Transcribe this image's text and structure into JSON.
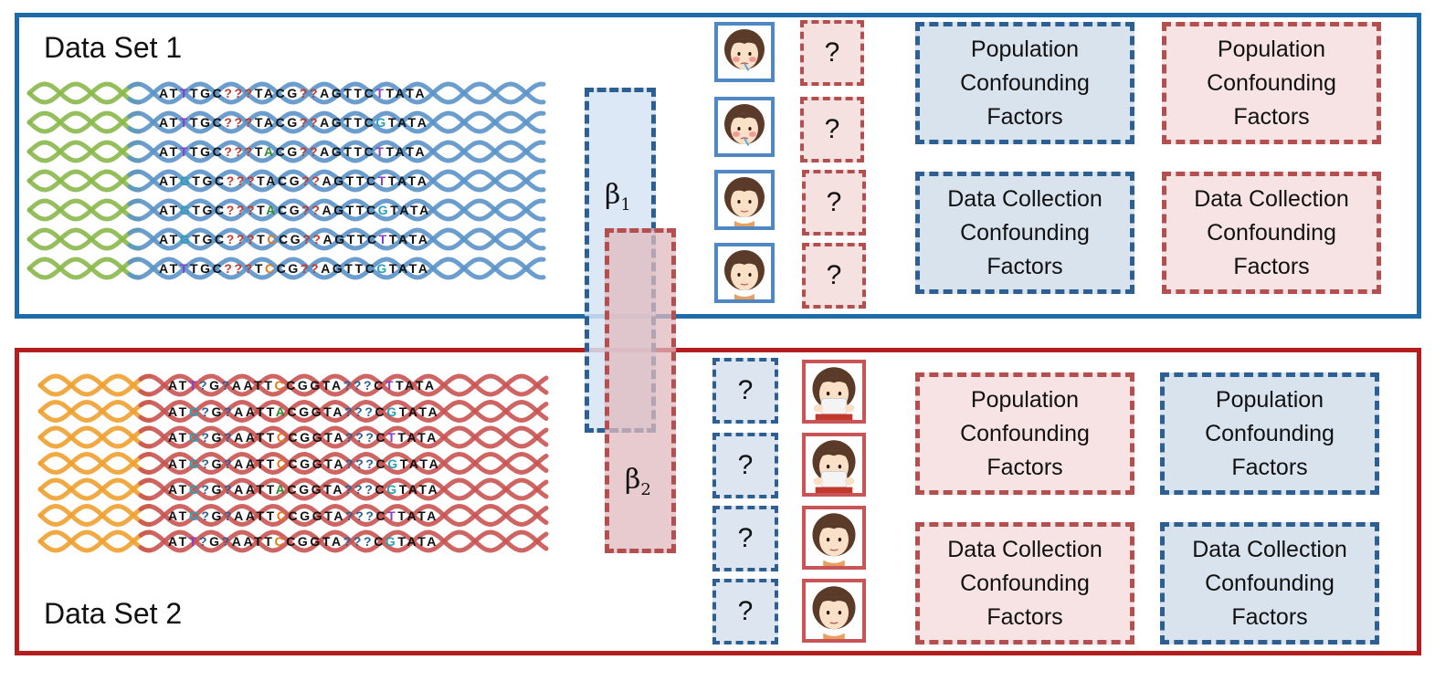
{
  "dataset1": {
    "title": "Data Set 1",
    "sequences": [
      [
        {
          "t": "AT"
        },
        {
          "t": "T",
          "c": "#8a3fc6"
        },
        {
          "t": "TGC"
        },
        {
          "t": "???",
          "c": "#c0392b"
        },
        {
          "t": "TA"
        },
        {
          "t": "C",
          "c": "#111"
        },
        {
          "t": "G"
        },
        {
          "t": "??",
          "c": "#c0392b"
        },
        {
          "t": "AGTTC"
        },
        {
          "t": "T",
          "c": "#8a3fc6"
        },
        {
          "t": "TATA"
        }
      ],
      [
        {
          "t": "AT"
        },
        {
          "t": "T",
          "c": "#8a3fc6"
        },
        {
          "t": "TGC"
        },
        {
          "t": "???",
          "c": "#c0392b"
        },
        {
          "t": "TACG"
        },
        {
          "t": "??",
          "c": "#c0392b"
        },
        {
          "t": "AGTTC"
        },
        {
          "t": "G",
          "c": "#2aa0b5"
        },
        {
          "t": "TATA"
        }
      ],
      [
        {
          "t": "AT"
        },
        {
          "t": "T",
          "c": "#8a3fc6"
        },
        {
          "t": "TGC"
        },
        {
          "t": "???",
          "c": "#c0392b"
        },
        {
          "t": "T"
        },
        {
          "t": "A",
          "c": "#2e8b2e"
        },
        {
          "t": "CG"
        },
        {
          "t": "??",
          "c": "#c0392b"
        },
        {
          "t": "AGTTC"
        },
        {
          "t": "T",
          "c": "#8a3fc6"
        },
        {
          "t": "TATA"
        }
      ],
      [
        {
          "t": "AT"
        },
        {
          "t": "G",
          "c": "#2aa0b5"
        },
        {
          "t": "TGC"
        },
        {
          "t": "???",
          "c": "#c0392b"
        },
        {
          "t": "TACG"
        },
        {
          "t": "??",
          "c": "#c0392b"
        },
        {
          "t": "AGTTC"
        },
        {
          "t": "T",
          "c": "#8a3fc6"
        },
        {
          "t": "TATA"
        }
      ],
      [
        {
          "t": "AT"
        },
        {
          "t": "G",
          "c": "#2aa0b5"
        },
        {
          "t": "TGC"
        },
        {
          "t": "???",
          "c": "#c0392b"
        },
        {
          "t": "T"
        },
        {
          "t": "A",
          "c": "#2e8b2e"
        },
        {
          "t": "CG"
        },
        {
          "t": "??",
          "c": "#c0392b"
        },
        {
          "t": "AGTTC"
        },
        {
          "t": "G",
          "c": "#2aa0b5"
        },
        {
          "t": "TATA"
        }
      ],
      [
        {
          "t": "AT"
        },
        {
          "t": "G",
          "c": "#2aa0b5"
        },
        {
          "t": "TGC"
        },
        {
          "t": "???",
          "c": "#c0392b"
        },
        {
          "t": "T"
        },
        {
          "t": "C",
          "c": "#e07b1a"
        },
        {
          "t": "CG"
        },
        {
          "t": "??",
          "c": "#c0392b"
        },
        {
          "t": "AGTTC"
        },
        {
          "t": "T",
          "c": "#8a3fc6"
        },
        {
          "t": "TATA"
        }
      ],
      [
        {
          "t": "AT"
        },
        {
          "t": "T",
          "c": "#8a3fc6"
        },
        {
          "t": "TGC"
        },
        {
          "t": "???",
          "c": "#c0392b"
        },
        {
          "t": "T"
        },
        {
          "t": "C",
          "c": "#e07b1a"
        },
        {
          "t": "CG"
        },
        {
          "t": "??",
          "c": "#c0392b"
        },
        {
          "t": "AGTTC"
        },
        {
          "t": "G",
          "c": "#2aa0b5"
        },
        {
          "t": "TATA"
        }
      ]
    ],
    "unknown_label": "?",
    "factors": [
      {
        "lines": [
          "Population",
          "Confounding",
          "Factors"
        ]
      },
      {
        "lines": [
          "Population",
          "Confounding",
          "Factors"
        ]
      },
      {
        "lines": [
          "Data Collection",
          "Confounding",
          "Factors"
        ]
      },
      {
        "lines": [
          "Data Collection",
          "Confounding",
          "Factors"
        ]
      }
    ]
  },
  "dataset2": {
    "title": "Data Set 2",
    "sequences": [
      [
        {
          "t": "AT"
        },
        {
          "t": "T",
          "c": "#8a3fc6"
        },
        {
          "t": "?",
          "c": "#2d5f93"
        },
        {
          "t": "G"
        },
        {
          "t": "?",
          "c": "#2d5f93"
        },
        {
          "t": "AATT"
        },
        {
          "t": "C",
          "c": "#e07b1a"
        },
        {
          "t": "CGGTA"
        },
        {
          "t": "???",
          "c": "#2d5f93"
        },
        {
          "t": "C"
        },
        {
          "t": "T",
          "c": "#8a3fc6"
        },
        {
          "t": "TATA"
        }
      ],
      [
        {
          "t": "AT"
        },
        {
          "t": "G",
          "c": "#2aa0b5"
        },
        {
          "t": "?",
          "c": "#2d5f93"
        },
        {
          "t": "G"
        },
        {
          "t": "?",
          "c": "#2d5f93"
        },
        {
          "t": "AATT"
        },
        {
          "t": "A",
          "c": "#2e8b2e"
        },
        {
          "t": "CGGTA"
        },
        {
          "t": "???",
          "c": "#2d5f93"
        },
        {
          "t": "C"
        },
        {
          "t": "G",
          "c": "#2aa0b5"
        },
        {
          "t": "TATA"
        }
      ],
      [
        {
          "t": "AT"
        },
        {
          "t": "G",
          "c": "#2aa0b5"
        },
        {
          "t": "?",
          "c": "#2d5f93"
        },
        {
          "t": "G"
        },
        {
          "t": "?",
          "c": "#2d5f93"
        },
        {
          "t": "AATT"
        },
        {
          "t": "C",
          "c": "#e07b1a"
        },
        {
          "t": "CGGTA"
        },
        {
          "t": "???",
          "c": "#2d5f93"
        },
        {
          "t": "C"
        },
        {
          "t": "T",
          "c": "#8a3fc6"
        },
        {
          "t": "TATA"
        }
      ],
      [
        {
          "t": "AT"
        },
        {
          "t": "G",
          "c": "#2aa0b5"
        },
        {
          "t": "?",
          "c": "#2d5f93"
        },
        {
          "t": "G"
        },
        {
          "t": "?",
          "c": "#2d5f93"
        },
        {
          "t": "AATT"
        },
        {
          "t": "C",
          "c": "#e07b1a"
        },
        {
          "t": "CGGTA"
        },
        {
          "t": "???",
          "c": "#2d5f93"
        },
        {
          "t": "C"
        },
        {
          "t": "G",
          "c": "#2aa0b5"
        },
        {
          "t": "TATA"
        }
      ],
      [
        {
          "t": "AT"
        },
        {
          "t": "G",
          "c": "#2aa0b5"
        },
        {
          "t": "?",
          "c": "#2d5f93"
        },
        {
          "t": "G"
        },
        {
          "t": "?",
          "c": "#2d5f93"
        },
        {
          "t": "AATT"
        },
        {
          "t": "A",
          "c": "#2e8b2e"
        },
        {
          "t": "CGGTA"
        },
        {
          "t": "???",
          "c": "#2d5f93"
        },
        {
          "t": "C"
        },
        {
          "t": "G",
          "c": "#2aa0b5"
        },
        {
          "t": "TATA"
        }
      ],
      [
        {
          "t": "AT"
        },
        {
          "t": "G",
          "c": "#2aa0b5"
        },
        {
          "t": "?",
          "c": "#2d5f93"
        },
        {
          "t": "G"
        },
        {
          "t": "?",
          "c": "#2d5f93"
        },
        {
          "t": "AATT"
        },
        {
          "t": "C",
          "c": "#e07b1a"
        },
        {
          "t": "CGGTA"
        },
        {
          "t": "???",
          "c": "#2d5f93"
        },
        {
          "t": "C"
        },
        {
          "t": "T",
          "c": "#8a3fc6"
        },
        {
          "t": "TATA"
        }
      ],
      [
        {
          "t": "AT"
        },
        {
          "t": "T",
          "c": "#8a3fc6"
        },
        {
          "t": "?",
          "c": "#2d5f93"
        },
        {
          "t": "G"
        },
        {
          "t": "?",
          "c": "#2d5f93"
        },
        {
          "t": "AATT"
        },
        {
          "t": "C",
          "c": "#e07b1a"
        },
        {
          "t": "CGGTA"
        },
        {
          "t": "???",
          "c": "#2d5f93"
        },
        {
          "t": "C"
        },
        {
          "t": "G",
          "c": "#2aa0b5"
        },
        {
          "t": "TATA"
        }
      ]
    ],
    "unknown_label": "?",
    "factors": [
      {
        "lines": [
          "Population",
          "Confounding",
          "Factors"
        ]
      },
      {
        "lines": [
          "Population",
          "Confounding",
          "Factors"
        ]
      },
      {
        "lines": [
          "Data Collection",
          "Confounding",
          "Factors"
        ]
      },
      {
        "lines": [
          "Data Collection",
          "Confounding",
          "Factors"
        ]
      }
    ]
  },
  "betas": {
    "beta1": {
      "symbol": "β",
      "sub": "1"
    },
    "beta2": {
      "symbol": "β",
      "sub": "2"
    }
  },
  "colors": {
    "dataset1_border": "#1f6aa8",
    "dataset2_border": "#b51e1e",
    "blue_fill": "#d9e3ee",
    "pink_fill": "#f7e3e3"
  }
}
